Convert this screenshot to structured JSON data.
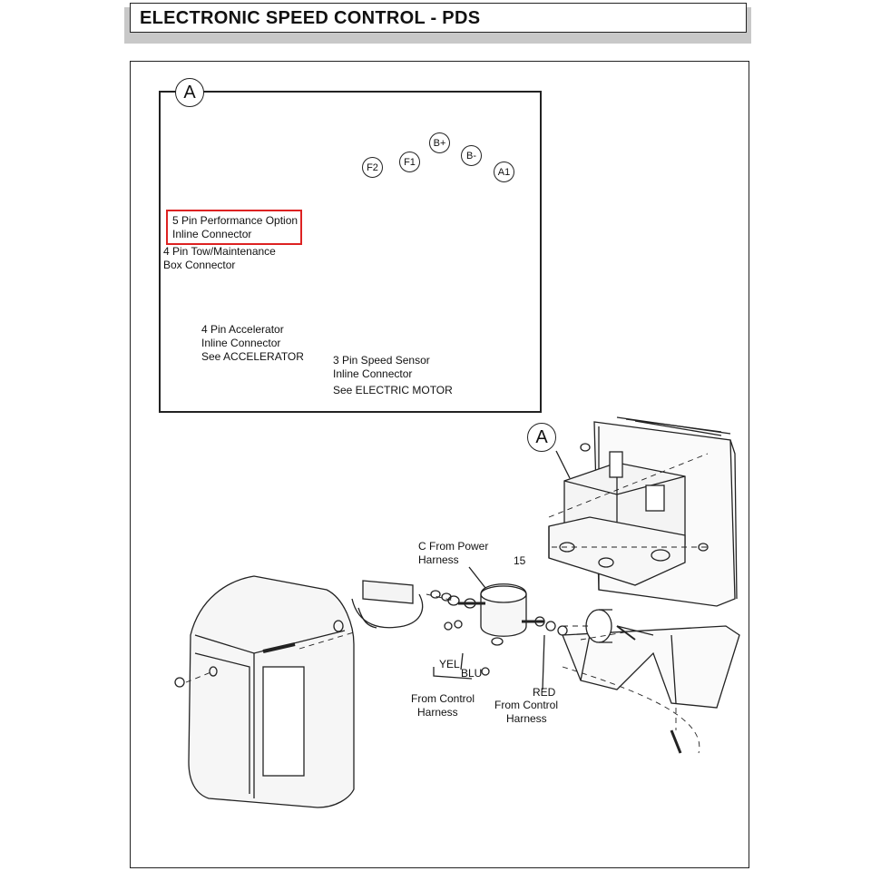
{
  "title": "ELECTRONIC SPEED CONTROL - PDS",
  "detail_callout": "A",
  "main_callout": "A",
  "terminals": {
    "b_plus": "B+",
    "b_minus": "B-",
    "a1": "A1",
    "f2": "F2",
    "f1": "F1"
  },
  "inset_labels": {
    "performance_connector": [
      "5 Pin Performance Option",
      "Inline Connector"
    ],
    "tow_connector": [
      "4 Pin Tow/Maintenance",
      "Box Connector"
    ],
    "accelerator_connector": [
      "4 Pin Accelerator",
      "Inline Connector",
      "See ACCELERATOR"
    ],
    "speed_sensor_connector": [
      "3 Pin Speed Sensor",
      "Inline Connector",
      "See ELECTRIC MOTOR"
    ]
  },
  "main_labels": {
    "power_harness": [
      "C From Power",
      "Harness"
    ],
    "torque_value": "15",
    "yel": "YEL",
    "blu": "BLU",
    "control_harness_left": [
      "From Control",
      "Harness"
    ],
    "red_control_harness": [
      "RED",
      "From Control",
      "Harness"
    ]
  }
}
